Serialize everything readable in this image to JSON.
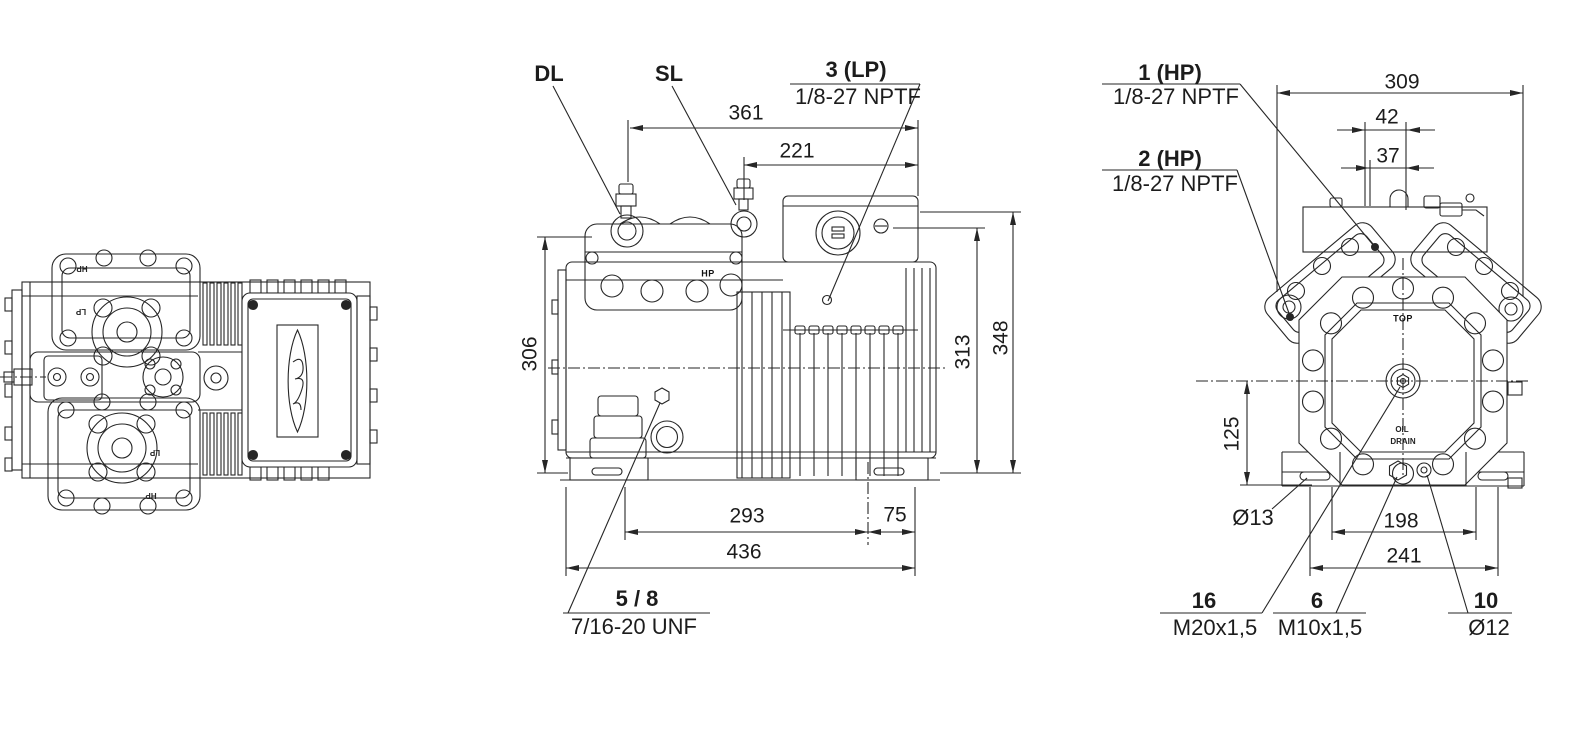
{
  "colors": {
    "line": "#262626",
    "background": "#ffffff"
  },
  "front_view": {
    "port_dl_label": "DL",
    "port_sl_label": "SL",
    "port3_label": "3 (LP)",
    "port3_thread": "1/8-27 NPTF",
    "oil_port_label": "5 / 8",
    "oil_port_thread": "7/16-20 UNF",
    "head_mark": "HP",
    "dims": {
      "d361": "361",
      "d221": "221",
      "d306": "306",
      "d313": "313",
      "d348": "348",
      "d293": "293",
      "d75": "75",
      "d436": "436"
    }
  },
  "side_view": {
    "port1_label": "1 (HP)",
    "port1_thread": "1/8-27 NPTF",
    "port2_label": "2 (HP)",
    "port2_thread": "1/8-27 NPTF",
    "port16_label": "16",
    "port16_thread": "M20x1,5",
    "port6_label": "6",
    "port6_thread": "M10x1,5",
    "port10_label": "10",
    "port10_thread": "Ø12",
    "hole_label": "Ø13",
    "mark_top": "TOP",
    "mark_oil": "OIL",
    "mark_drain": "DRAIN",
    "dims": {
      "d309": "309",
      "d42": "42",
      "d37": "37",
      "d125": "125",
      "d198": "198",
      "d241": "241"
    }
  },
  "top_view": {
    "marks": {
      "hp_top": "HP",
      "lp_top": "LP",
      "lp_bottom": "LP",
      "hp_bottom": "HP"
    }
  }
}
